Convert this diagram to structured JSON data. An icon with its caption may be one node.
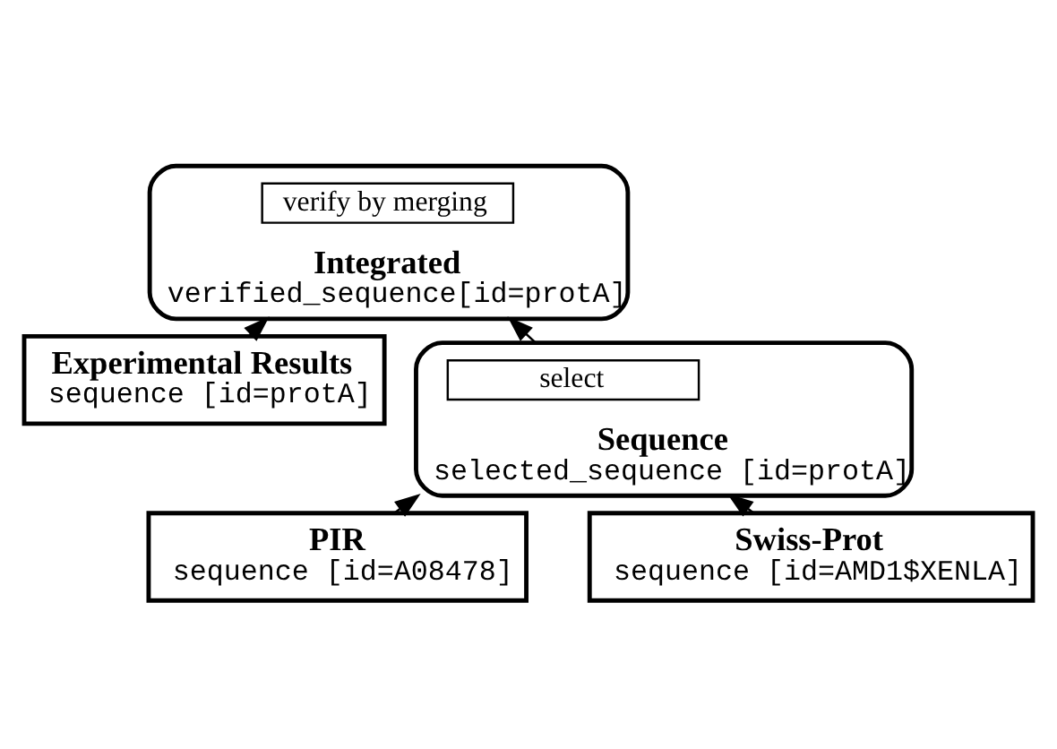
{
  "diagram": {
    "nodes": [
      {
        "text": [
          "Integrated",
          "verified_sequence[id=protA]"
        ]
      },
      {
        "text": [
          "verify by merging"
        ],
        "in": 0
      },
      {
        "text": [
          "Experimental Results",
          "sequence [id=protA]"
        ]
      },
      {
        "text": [
          "Sequence",
          "selected_sequence [id=protA]"
        ]
      },
      {
        "text": [
          "select"
        ],
        "in": 3
      },
      {
        "text": [
          "PIR",
          "sequence [id=A08478]"
        ]
      },
      {
        "text": [
          "Swiss-Prot",
          "sequence [id=AMD1$XENLA]"
        ]
      }
    ],
    "edges": [
      {
        "from": 2,
        "to": 0,
        "arrow": "to"
      },
      {
        "from": 3,
        "to": 0,
        "arrow": "to"
      },
      {
        "from": 5,
        "to": 3,
        "arrow": "to"
      },
      {
        "from": 6,
        "to": 3,
        "arrow": "to"
      }
    ]
  }
}
